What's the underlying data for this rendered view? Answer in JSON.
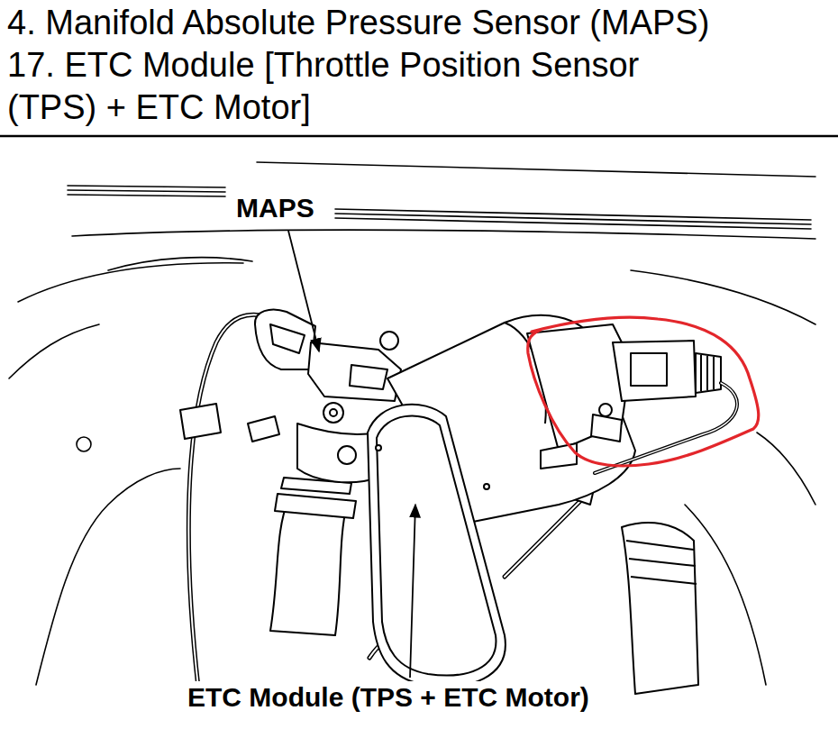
{
  "diagram": {
    "labels": [
      "4. Manifold Absolute Pressure Sensor (MAPS)",
      "17. ETC Module [Throttle Position Sensor (TPS) + ETC Motor]",
      "MAPS",
      "ETC Module (TPS + ETC Motor)"
    ]
  }
}
